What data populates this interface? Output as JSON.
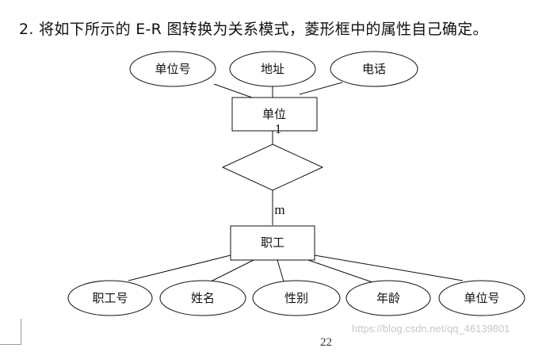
{
  "question": {
    "text": "2. 将如下所示的 E-R 图转换为关系模式，菱形框中的属性自己确定。"
  },
  "diagram": {
    "top_entity": {
      "name": "单位",
      "attributes": [
        "单位号",
        "地址",
        "电话"
      ]
    },
    "relationship": {
      "name": "",
      "cardinality_top": "1",
      "cardinality_bottom": "m"
    },
    "bottom_entity": {
      "name": "职工",
      "attributes": [
        "职工号",
        "姓名",
        "性别",
        "年龄",
        "单位号"
      ]
    }
  },
  "footer": {
    "page_number": "22",
    "watermark": "https://blog.csdn.net/qq_46139801"
  }
}
